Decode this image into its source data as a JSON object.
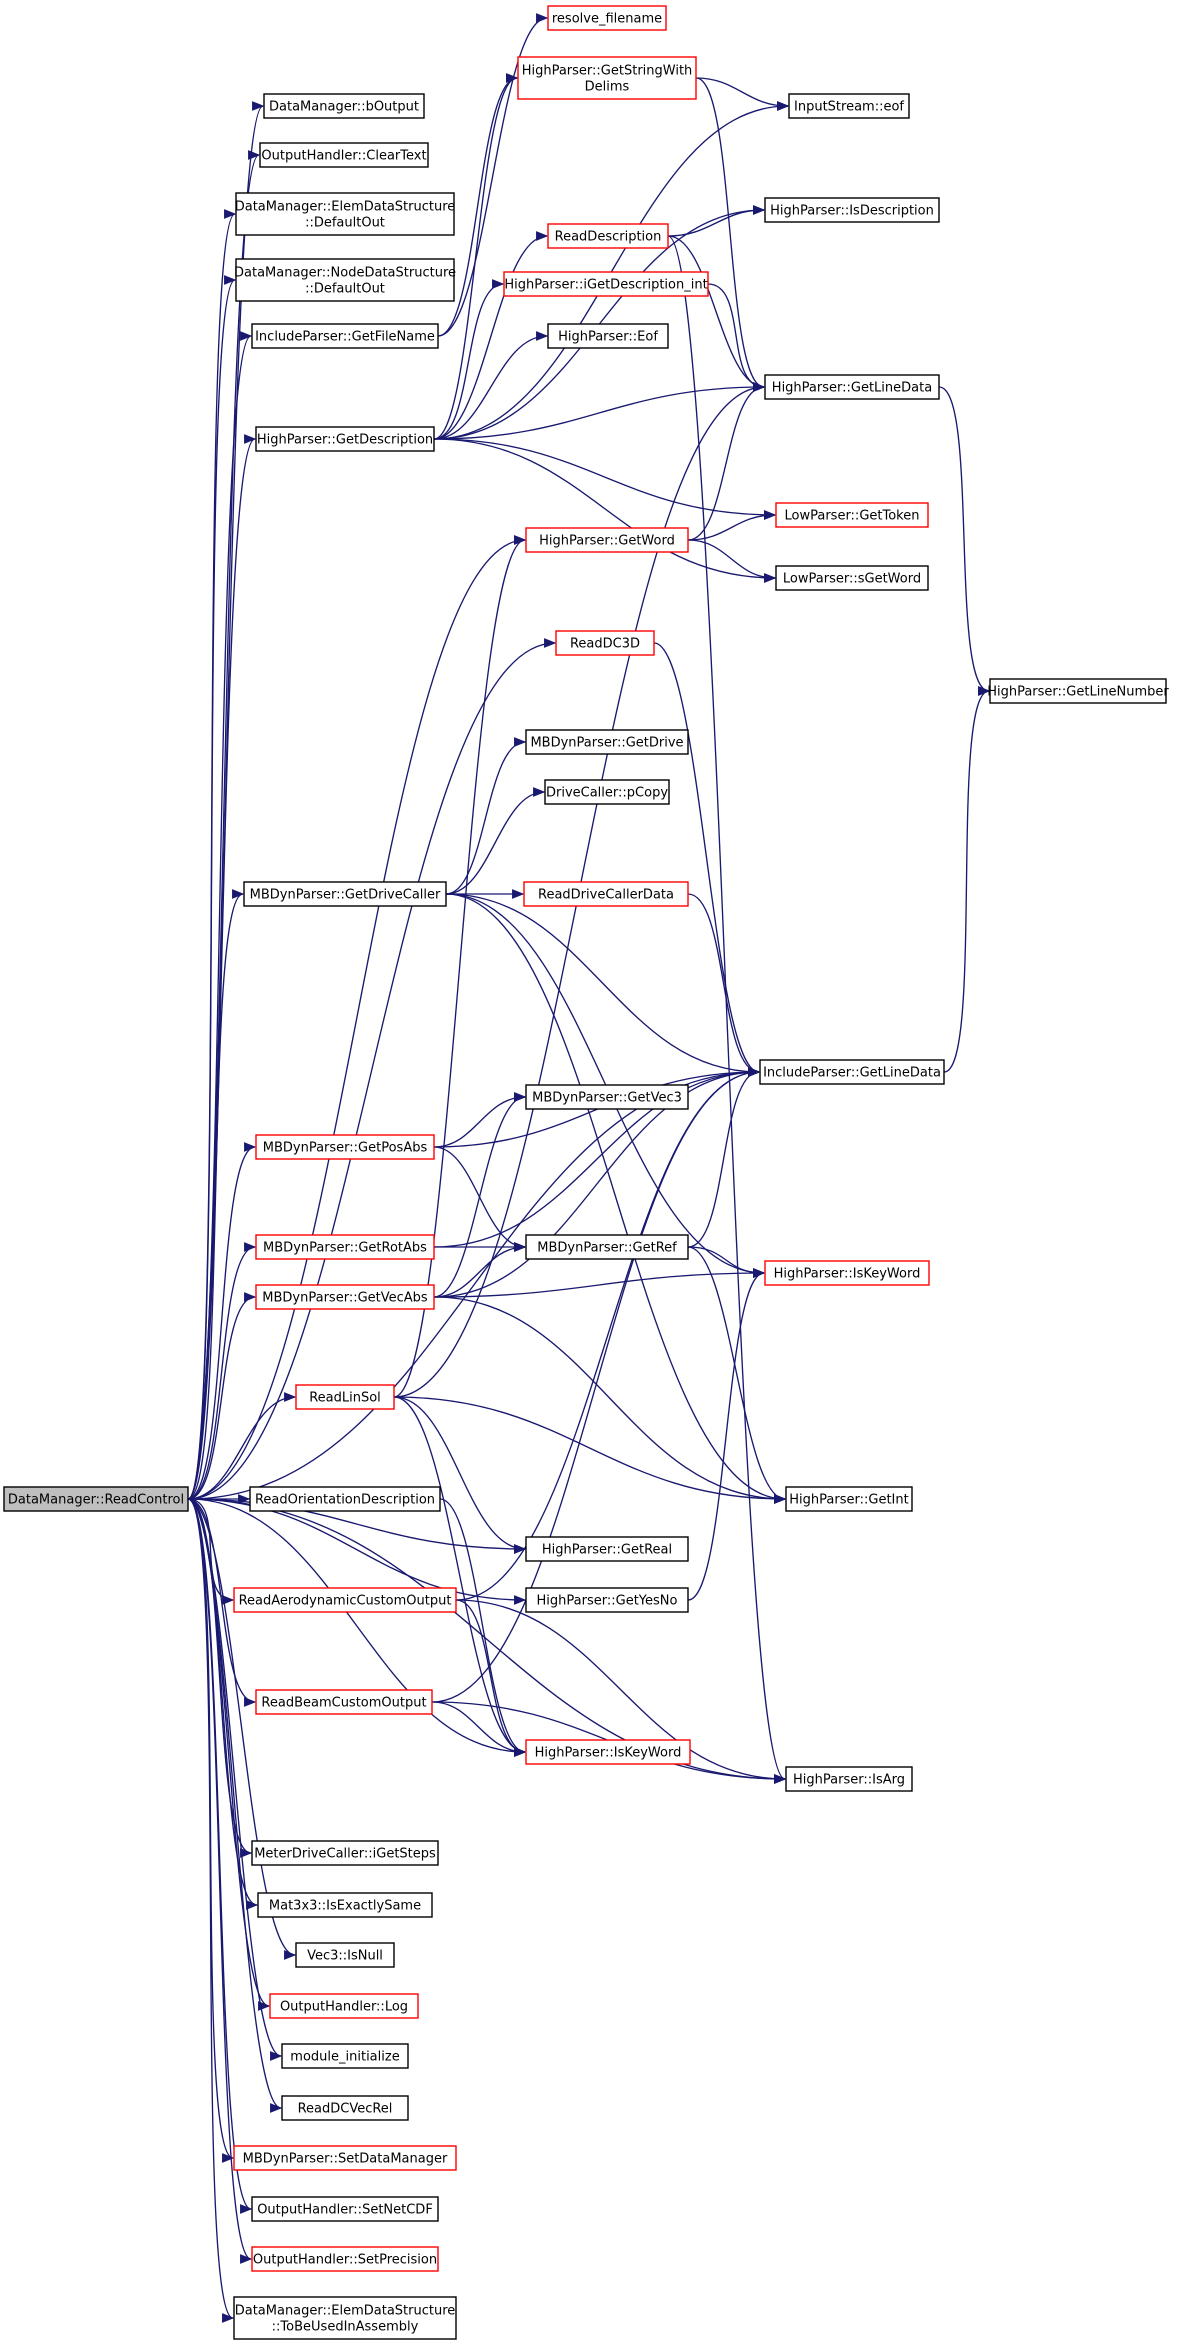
{
  "colors": {
    "edge": "#191970",
    "node_border": "#000000",
    "node_border_truncated": "#ff0000",
    "root_fill": "#bfbfbf",
    "node_fill": "#ffffff"
  },
  "root": {
    "label": "DataManager::ReadControl"
  },
  "nodes": [
    {
      "id": "resolve_filename",
      "lines": [
        "resolve_filename"
      ],
      "truncated": true
    },
    {
      "id": "gsd",
      "lines": [
        "HighParser::GetStringWith",
        "Delims"
      ],
      "truncated": true
    },
    {
      "id": "eof",
      "lines": [
        "InputStream::eof"
      ],
      "truncated": false
    },
    {
      "id": "boutput",
      "lines": [
        "DataManager::bOutput"
      ],
      "truncated": false
    },
    {
      "id": "cleartext",
      "lines": [
        "OutputHandler::ClearText"
      ],
      "truncated": false
    },
    {
      "id": "elemdef",
      "lines": [
        "DataManager::ElemDataStructure",
        "::DefaultOut"
      ],
      "truncated": false
    },
    {
      "id": "isdesc",
      "lines": [
        "HighParser::IsDescription"
      ],
      "truncated": false
    },
    {
      "id": "readdesc",
      "lines": [
        "ReadDescription"
      ],
      "truncated": true
    },
    {
      "id": "nodedef",
      "lines": [
        "DataManager::NodeDataStructure",
        "::DefaultOut"
      ],
      "truncated": false
    },
    {
      "id": "igetdesc",
      "lines": [
        "HighParser::iGetDescription_int"
      ],
      "truncated": true
    },
    {
      "id": "incfile",
      "lines": [
        "IncludeParser::GetFileName"
      ],
      "truncated": false
    },
    {
      "id": "hpeof",
      "lines": [
        "HighParser::Eof"
      ],
      "truncated": false
    },
    {
      "id": "hplinedata",
      "lines": [
        "HighParser::GetLineData"
      ],
      "truncated": false
    },
    {
      "id": "getdesc",
      "lines": [
        "HighParser::GetDescription"
      ],
      "truncated": false
    },
    {
      "id": "gettoken",
      "lines": [
        "LowParser::GetToken"
      ],
      "truncated": true
    },
    {
      "id": "getword",
      "lines": [
        "HighParser::GetWord"
      ],
      "truncated": true
    },
    {
      "id": "sgetword",
      "lines": [
        "LowParser::sGetWord"
      ],
      "truncated": false
    },
    {
      "id": "readdc3d",
      "lines": [
        "ReadDC3D"
      ],
      "truncated": true
    },
    {
      "id": "linenumber",
      "lines": [
        "HighParser::GetLineNumber"
      ],
      "truncated": false
    },
    {
      "id": "getdrive",
      "lines": [
        "MBDynParser::GetDrive"
      ],
      "truncated": false
    },
    {
      "id": "pcopy",
      "lines": [
        "DriveCaller::pCopy"
      ],
      "truncated": false
    },
    {
      "id": "getdrivecaller",
      "lines": [
        "MBDynParser::GetDriveCaller"
      ],
      "truncated": false
    },
    {
      "id": "readdrivecaller",
      "lines": [
        "ReadDriveCallerData"
      ],
      "truncated": true
    },
    {
      "id": "inclinedata",
      "lines": [
        "IncludeParser::GetLineData"
      ],
      "truncated": false
    },
    {
      "id": "getvec3",
      "lines": [
        "MBDynParser::GetVec3"
      ],
      "truncated": false
    },
    {
      "id": "getposabs",
      "lines": [
        "MBDynParser::GetPosAbs"
      ],
      "truncated": true
    },
    {
      "id": "getrotabs",
      "lines": [
        "MBDynParser::GetRotAbs"
      ],
      "truncated": true
    },
    {
      "id": "getref",
      "lines": [
        "MBDynParser::GetRef"
      ],
      "truncated": false
    },
    {
      "id": "iskeyword1",
      "lines": [
        "HighParser::IsKeyWord"
      ],
      "truncated": true
    },
    {
      "id": "getvecabs",
      "lines": [
        "MBDynParser::GetVecAbs"
      ],
      "truncated": true
    },
    {
      "id": "readlinsol",
      "lines": [
        "ReadLinSol"
      ],
      "truncated": true
    },
    {
      "id": "readcontrol",
      "lines": [
        "DataManager::ReadControl"
      ],
      "truncated": false,
      "root": true
    },
    {
      "id": "readorient",
      "lines": [
        "ReadOrientationDescription"
      ],
      "truncated": false
    },
    {
      "id": "getint",
      "lines": [
        "HighParser::GetInt"
      ],
      "truncated": false
    },
    {
      "id": "getreal",
      "lines": [
        "HighParser::GetReal"
      ],
      "truncated": false
    },
    {
      "id": "readaero",
      "lines": [
        "ReadAerodynamicCustomOutput"
      ],
      "truncated": true
    },
    {
      "id": "getyesno",
      "lines": [
        "HighParser::GetYesNo"
      ],
      "truncated": false
    },
    {
      "id": "readbeam",
      "lines": [
        "ReadBeamCustomOutput"
      ],
      "truncated": true
    },
    {
      "id": "iskeyword2",
      "lines": [
        "HighParser::IsKeyWord"
      ],
      "truncated": true
    },
    {
      "id": "isarg",
      "lines": [
        "HighParser::IsArg"
      ],
      "truncated": false
    },
    {
      "id": "meter",
      "lines": [
        "MeterDriveCaller::iGetSteps"
      ],
      "truncated": false
    },
    {
      "id": "mat3x3",
      "lines": [
        "Mat3x3::IsExactlySame"
      ],
      "truncated": false
    },
    {
      "id": "vec3null",
      "lines": [
        "Vec3::IsNull"
      ],
      "truncated": false
    },
    {
      "id": "ohlog",
      "lines": [
        "OutputHandler::Log"
      ],
      "truncated": true
    },
    {
      "id": "modinit",
      "lines": [
        "module_initialize"
      ],
      "truncated": false
    },
    {
      "id": "readdcvecrel",
      "lines": [
        "ReadDCVecRel"
      ],
      "truncated": false
    },
    {
      "id": "setdatamanager",
      "lines": [
        "MBDynParser::SetDataManager"
      ],
      "truncated": true
    },
    {
      "id": "setnetcdf",
      "lines": [
        "OutputHandler::SetNetCDF"
      ],
      "truncated": false
    },
    {
      "id": "setprecision",
      "lines": [
        "OutputHandler::SetPrecision"
      ],
      "truncated": true
    },
    {
      "id": "tobeused",
      "lines": [
        "DataManager::ElemDataStructure",
        "::ToBeUsedInAssembly"
      ],
      "truncated": false
    }
  ],
  "edges": [
    [
      "readcontrol",
      "boutput"
    ],
    [
      "readcontrol",
      "cleartext"
    ],
    [
      "readcontrol",
      "elemdef"
    ],
    [
      "readcontrol",
      "nodedef"
    ],
    [
      "readcontrol",
      "incfile"
    ],
    [
      "readcontrol",
      "getdesc"
    ],
    [
      "readcontrol",
      "getword"
    ],
    [
      "readcontrol",
      "readdc3d"
    ],
    [
      "readcontrol",
      "inclinedata"
    ],
    [
      "readcontrol",
      "getdrivecaller"
    ],
    [
      "readcontrol",
      "getposabs"
    ],
    [
      "readcontrol",
      "getrotabs"
    ],
    [
      "readcontrol",
      "getvecabs"
    ],
    [
      "readcontrol",
      "readlinsol"
    ],
    [
      "readcontrol",
      "readorient"
    ],
    [
      "readcontrol",
      "getreal"
    ],
    [
      "readcontrol",
      "readaero"
    ],
    [
      "readcontrol",
      "getyesno"
    ],
    [
      "readcontrol",
      "readbeam"
    ],
    [
      "readcontrol",
      "iskeyword2"
    ],
    [
      "readcontrol",
      "isarg"
    ],
    [
      "readcontrol",
      "meter"
    ],
    [
      "readcontrol",
      "mat3x3"
    ],
    [
      "readcontrol",
      "vec3null"
    ],
    [
      "readcontrol",
      "ohlog"
    ],
    [
      "readcontrol",
      "modinit"
    ],
    [
      "readcontrol",
      "readdcvecrel"
    ],
    [
      "readcontrol",
      "setdatamanager"
    ],
    [
      "readcontrol",
      "setnetcdf"
    ],
    [
      "readcontrol",
      "setprecision"
    ],
    [
      "readcontrol",
      "tobeused"
    ],
    [
      "incfile",
      "resolve_filename"
    ],
    [
      "incfile",
      "gsd"
    ],
    [
      "getdesc",
      "gsd"
    ],
    [
      "getdesc",
      "eof"
    ],
    [
      "getdesc",
      "isdesc"
    ],
    [
      "getdesc",
      "readdesc"
    ],
    [
      "getdesc",
      "igetdesc"
    ],
    [
      "getdesc",
      "hpeof"
    ],
    [
      "getdesc",
      "hplinedata"
    ],
    [
      "getdesc",
      "gettoken"
    ],
    [
      "getdesc",
      "sgetword"
    ],
    [
      "gsd",
      "eof"
    ],
    [
      "gsd",
      "hplinedata"
    ],
    [
      "readdesc",
      "isdesc"
    ],
    [
      "readdesc",
      "hplinedata"
    ],
    [
      "readdesc",
      "isarg"
    ],
    [
      "igetdesc",
      "hplinedata"
    ],
    [
      "getword",
      "gettoken"
    ],
    [
      "getword",
      "sgetword"
    ],
    [
      "getword",
      "hplinedata"
    ],
    [
      "hplinedata",
      "linenumber"
    ],
    [
      "inclinedata",
      "linenumber"
    ],
    [
      "readdc3d",
      "inclinedata"
    ],
    [
      "getdrivecaller",
      "getdrive"
    ],
    [
      "getdrivecaller",
      "pcopy"
    ],
    [
      "getdrivecaller",
      "readdrivecaller"
    ],
    [
      "getdrivecaller",
      "inclinedata"
    ],
    [
      "getdrivecaller",
      "iskeyword1"
    ],
    [
      "getdrivecaller",
      "getint"
    ],
    [
      "readdrivecaller",
      "inclinedata"
    ],
    [
      "getposabs",
      "getvec3"
    ],
    [
      "getposabs",
      "getref"
    ],
    [
      "getposabs",
      "inclinedata"
    ],
    [
      "getrotabs",
      "getref"
    ],
    [
      "getrotabs",
      "inclinedata"
    ],
    [
      "getvecabs",
      "getvec3"
    ],
    [
      "getvecabs",
      "getref"
    ],
    [
      "getvecabs",
      "iskeyword1"
    ],
    [
      "getvecabs",
      "getint"
    ],
    [
      "getvecabs",
      "inclinedata"
    ],
    [
      "getref",
      "inclinedata"
    ],
    [
      "getref",
      "iskeyword1"
    ],
    [
      "getref",
      "getint"
    ],
    [
      "readlinsol",
      "getword"
    ],
    [
      "readlinsol",
      "hplinedata"
    ],
    [
      "readlinsol",
      "getreal"
    ],
    [
      "readlinsol",
      "getint"
    ],
    [
      "readlinsol",
      "iskeyword2"
    ],
    [
      "readorient",
      "iskeyword2"
    ],
    [
      "readaero",
      "inclinedata"
    ],
    [
      "readaero",
      "iskeyword2"
    ],
    [
      "readaero",
      "isarg"
    ],
    [
      "getyesno",
      "iskeyword1"
    ],
    [
      "readbeam",
      "inclinedata"
    ],
    [
      "readbeam",
      "iskeyword2"
    ],
    [
      "readbeam",
      "isarg"
    ]
  ]
}
